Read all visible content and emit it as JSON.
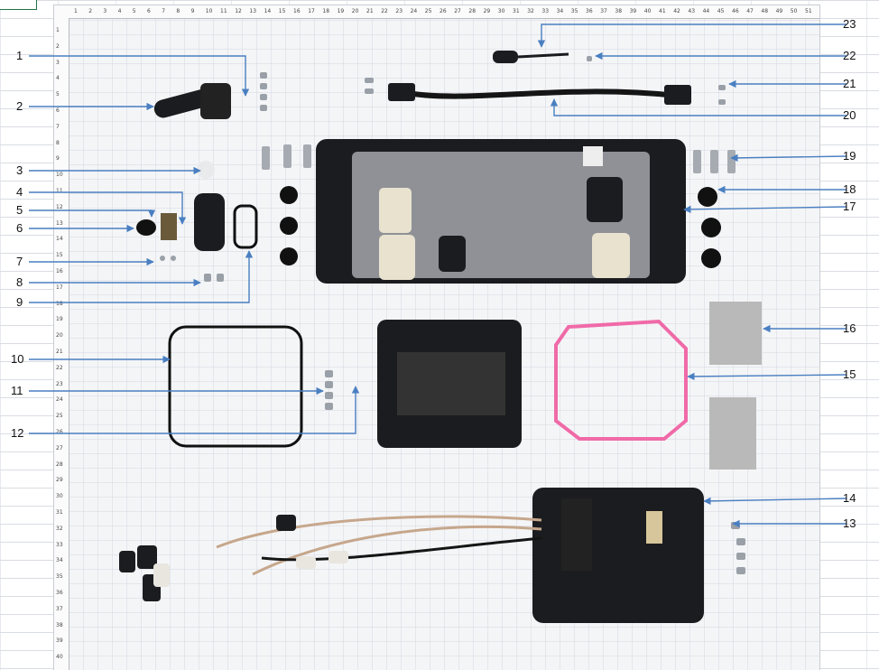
{
  "callouts": [
    "1",
    "2",
    "3",
    "4",
    "5",
    "6",
    "7",
    "8",
    "9",
    "10",
    "11",
    "12",
    "13",
    "14",
    "15",
    "16",
    "17",
    "18",
    "19",
    "20",
    "21",
    "22",
    "23"
  ],
  "ruler": {
    "top_ticks": [
      "1",
      "2",
      "3",
      "4",
      "5",
      "6",
      "7",
      "8",
      "9",
      "10",
      "11",
      "12",
      "13",
      "14",
      "15",
      "16",
      "17",
      "18",
      "19",
      "20",
      "21",
      "22",
      "23",
      "24",
      "25",
      "26",
      "27",
      "28",
      "29",
      "30",
      "31",
      "32",
      "33",
      "34",
      "35",
      "36",
      "37",
      "38",
      "39",
      "40",
      "41",
      "42",
      "43",
      "44",
      "45",
      "46",
      "47",
      "48",
      "49",
      "50",
      "51"
    ],
    "left_ticks": [
      "1",
      "2",
      "3",
      "4",
      "5",
      "6",
      "7",
      "8",
      "9",
      "10",
      "11",
      "12",
      "13",
      "14",
      "15",
      "16",
      "17",
      "18",
      "19",
      "20",
      "21",
      "22",
      "23",
      "24",
      "25",
      "26",
      "27",
      "28",
      "29",
      "30",
      "31",
      "32",
      "33",
      "34",
      "35",
      "36",
      "37",
      "38",
      "39",
      "40"
    ]
  },
  "colors": {
    "arrow": "#4a7fc1",
    "gasket_pink": "#f06aa8",
    "part_black": "#1b1c1f",
    "pad_gray": "#b9b9b9"
  }
}
